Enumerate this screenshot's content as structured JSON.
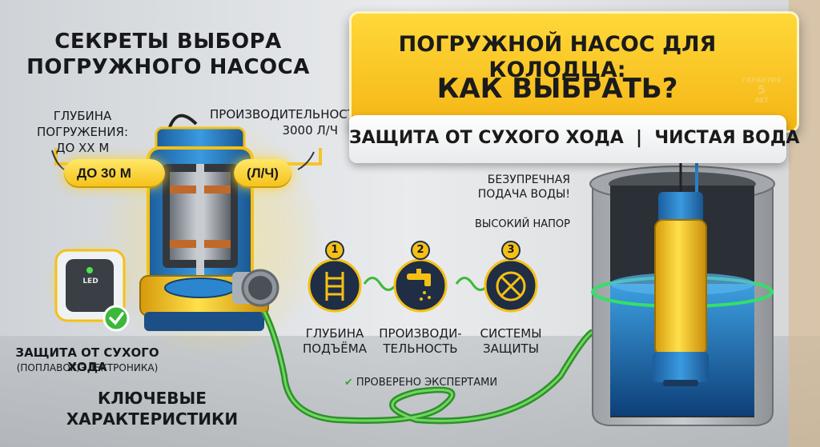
{
  "left_title": [
    "СЕКРЕТЫ ВЫБОРА",
    "ПОГРУЖНОГО НАСОСА"
  ],
  "depth_label": [
    "ГЛУБИНА ПОГРУЖЕНИЯ:",
    "ДО XX М"
  ],
  "performance_label": [
    "ПРОИЗВОДИТЕЛЬНОСТЬ",
    "3000 Л/Ч"
  ],
  "depth_pill": "ДО 30 М",
  "performance_pill": "(Л/Ч)",
  "dry_run": {
    "title": "ЗАЩИТА ОТ СУХОГО ХОДА",
    "subtitle": "(ПОПЛАВОК/ЭЛЕКТРОНИКА)",
    "led": "LED"
  },
  "key_characteristics": [
    "КЛЮЧЕВЫЕ",
    "ХАРАКТЕРИСТИКИ"
  ],
  "banner": {
    "line1": "ПОГРУЖНОЙ НАСОС ДЛЯ КОЛОДЦА:",
    "line2": "КАК ВЫБРАТЬ?",
    "subline": "ЗАЩИТА ОТ СУХОГО ХОДА  |  ЧИСТАЯ ВОДА"
  },
  "warranty": {
    "label": "ГАРАНТИЯ",
    "number": "5",
    "unit": "ЛЕТ"
  },
  "flawless": [
    "БЕЗУПРЕЧНАЯ",
    "ПОДАЧА ВОДЫ!"
  ],
  "high_head": "ВЫСОКИЙ НАПОР",
  "steps": [
    {
      "number": "1",
      "label": [
        "ГЛУБИНА",
        "ПОДЪЁМА"
      ],
      "icon": "ladder-icon"
    },
    {
      "number": "2",
      "label": [
        "ПРОИЗВОДИ-",
        "ТЕЛЬНОСТЬ"
      ],
      "icon": "faucet-icon"
    },
    {
      "number": "3",
      "label": [
        "СИСТЕМЫ",
        "ЗАЩИТЫ"
      ],
      "icon": "no-dry-run-icon"
    }
  ],
  "checked": "ПРОВЕРЕНО ЭКСПЕРТАМИ",
  "colors": {
    "accent_yellow": "#f5c016",
    "pump_blue": "#2a7fc9",
    "hose_green": "#3fb83a",
    "dark_badge": "#1e2a3c"
  }
}
